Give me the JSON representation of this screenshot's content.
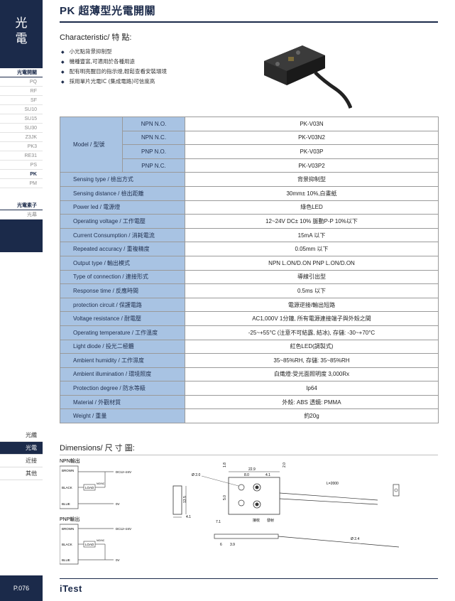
{
  "title": "PK 超薄型光電開關",
  "sidebar": {
    "category": [
      "光",
      "電"
    ],
    "menu_head": "光電開關",
    "items": [
      "PQ",
      "RF",
      "SF",
      "SU10",
      "SU15",
      "SU30",
      "Z3JK",
      "PK3",
      "RE31",
      "PS",
      "PK",
      "PM"
    ],
    "active_item": "PK",
    "section2_head": "光電素子",
    "section2_item": "光幕",
    "bottom_items": [
      "光纖",
      "光電",
      "近接",
      "其他"
    ],
    "bottom_active": "光電",
    "page_number": "P.076"
  },
  "characteristic": {
    "heading": "Characteristic/ 特 點:",
    "features": [
      "小光點背景抑制型",
      "機種豐富,可適用於各種用途",
      "配有明亮醒目的指示燈,輕鬆查看安裝環境",
      "採用單片光電IC (集成電路)可信度高"
    ]
  },
  "spec_table": {
    "model_label": "Model / 型號",
    "models": [
      {
        "type": "NPN N.O.",
        "value": "PK-V03N"
      },
      {
        "type": "NPN N.C.",
        "value": "PK-V03N2"
      },
      {
        "type": "PNP N.O.",
        "value": "PK-V03P"
      },
      {
        "type": "PNP N.C.",
        "value": "PK-V03P2"
      }
    ],
    "rows": [
      {
        "label": "Sensing type / 檢出方式",
        "value": "背景抑制型"
      },
      {
        "label": "Sensing distance / 檢出距離",
        "value": "30mm± 10%,白畫紙"
      },
      {
        "label": "Power led / 電源燈",
        "value": "綠色LED"
      },
      {
        "label": "Operating voltage / 工作電壓",
        "value": "12~24V DC± 10% 脈動P-P 10%以下"
      },
      {
        "label": "Current Consumption / 消耗電流",
        "value": "15mA 以下"
      },
      {
        "label": "Repeated accuracy / 重複精度",
        "value": "0.05mm 以下"
      },
      {
        "label": "Output type / 輸出模式",
        "value": "NPN L.ON/D.ON     PNP L.ON/D.ON"
      },
      {
        "label": "Type of connection / 連接形式",
        "value": "導線引出型"
      },
      {
        "label": "Response time / 反應時間",
        "value": "0.5ms 以下"
      },
      {
        "label": "protection circuit / 保護電路",
        "value": "電源逆接/輸出短路"
      },
      {
        "label": "Voltage resistance / 耐電壓",
        "value": "AC1,000V 1分鐘, 所有電源連接端子與外殼之間"
      },
      {
        "label": "Operating temperature / 工作溫度",
        "value": "-25~+55°C (注意不可結露, 結冰), 存儲: -30~+70°C"
      },
      {
        "label": "Light diode / 投光二極體",
        "value": "紅色LED(調製式)"
      },
      {
        "label": "Ambient humidity / 工作濕度",
        "value": "35~85%RH, 存儲: 35~85%RH"
      },
      {
        "label": "Ambient illumination / 環境照度",
        "value": "白熾燈:受光面照明度 3,000Rx"
      },
      {
        "label": "Protection degree / 防水等級",
        "value": "Ip64"
      },
      {
        "label": "Material / 外觀材質",
        "value": "外殼: ABS 透鏡: PMMA"
      },
      {
        "label": "Weight / 重量",
        "value": "約20g"
      }
    ]
  },
  "dimensions": {
    "heading": "Dimensions/ 尺 寸 圖:",
    "npn_label": "NPN輸出",
    "pnp_label": "PNP輸出",
    "wires": {
      "brown": "BROWN",
      "black": "BLACK",
      "blue": "BLUE",
      "load": "LOAD",
      "nonc": "NO/NC",
      "supply": "DC12~24V",
      "zero": "0V"
    },
    "labels": {
      "d20": "Ø 2.0",
      "d24": "Ø 2.4",
      "l2000": "L=2000",
      "w229": "22.9",
      "w80": "8.0",
      "w41": "4.1",
      "h18": "1.8",
      "h20": "2.0",
      "h50": "5.0",
      "h135": "13.5",
      "w41b": "4.1",
      "w71": "7.1",
      "w6": "6",
      "w39": "3.9",
      "rx": "接收",
      "tx": "發射"
    }
  },
  "footer": {
    "brand": "iTest"
  }
}
